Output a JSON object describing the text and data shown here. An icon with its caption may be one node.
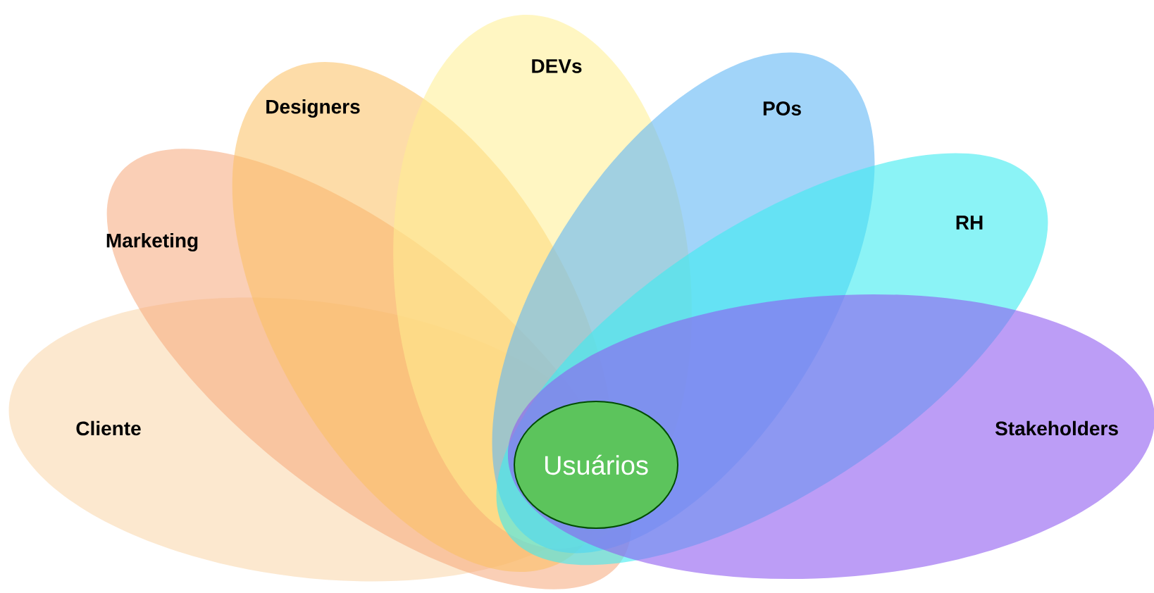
{
  "diagram": {
    "nodes": [
      {
        "text": [
          "Cliente"
        ]
      },
      {
        "text": [
          "Marketing"
        ]
      },
      {
        "text": [
          "Designers"
        ]
      },
      {
        "text": [
          "DEVs"
        ]
      },
      {
        "text": [
          "POs"
        ]
      },
      {
        "text": [
          "RH"
        ]
      },
      {
        "text": [
          "Stakeholders"
        ]
      },
      {
        "text": [
          "Usuários"
        ]
      }
    ]
  }
}
